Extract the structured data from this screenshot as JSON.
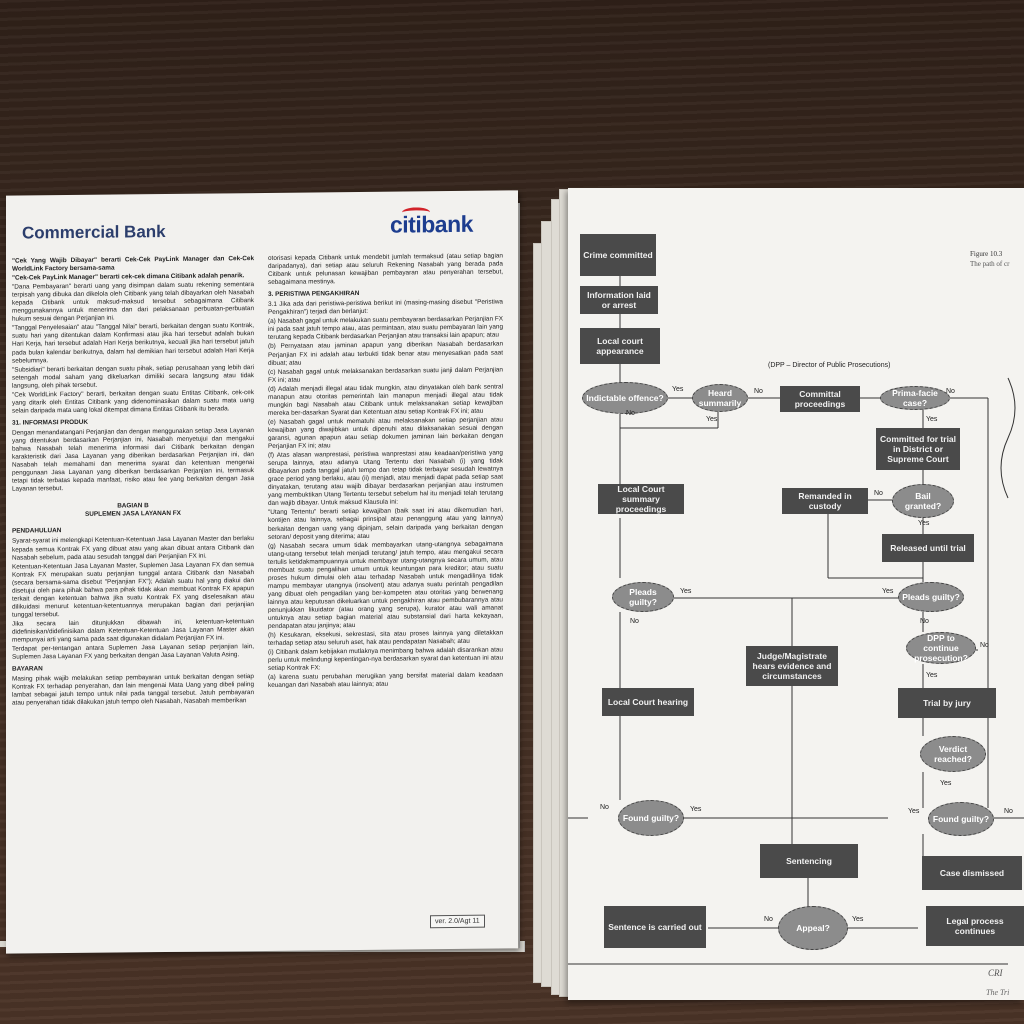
{
  "left_document": {
    "title": "Commercial Bank",
    "logo": "citibank",
    "version": "ver. 2.0/Agt 11",
    "col_left": [
      {
        "style": "b",
        "text": "\"Cek Yang Wajib Dibayar\" berarti Cek-Cek PayLink Manager dan Cek-Cek WorldLink Factory bersama-sama"
      },
      {
        "style": "b",
        "text": "\"Cek-Cek PayLink Manager\" berarti cek-cek dimana Citibank adalah penarik."
      },
      {
        "style": "",
        "text": "\"Dana Pembayaran\" berarti uang yang disimpan dalam suatu rekening sementara terpisah yang dibuka dan dikelola oleh Citibank yang telah dibayarkan oleh Nasabah kepada Citibank untuk maksud-maksud tersebut sebagaimana Citibank menggunakannya untuk menerima dan dari pelaksanaan perbuatan-perbuatan hukum sesuai dengan Perjanjian ini."
      },
      {
        "style": "",
        "text": "\"Tanggal Penyelesaian\" atau \"Tanggal Nilai\" berarti, berkaitan dengan suatu Kontrak, suatu hari yang ditentukan dalam Konfirmasi atau jika hari tersebut adalah bukan Hari Kerja, hari tersebut adalah Hari Kerja berikutnya, kecuali jika hari tersebut jatuh pada bulan kalendar berikutnya, dalam hal demikian hari tersebut adalah Hari Kerja sebelumnya."
      },
      {
        "style": "",
        "text": "\"Subsidiari\" berarti berkaitan dengan suatu pihak, setiap perusahaan yang lebih dari setengah modal saham yang dikeluarkan dimiliki secara langsung atau tidak langsung, oleh pihak tersebut."
      },
      {
        "style": "",
        "text": "\"Cek WorldLink Factory\" berarti, berkaitan dengan suatu Entitas Citibank, cek-cek yang ditarik oleh Entitas Citibank yang didenominasikan dalam suatu mata uang selain daripada mata uang lokal ditempat dimana Entitas Citibank itu berada."
      },
      {
        "style": "h",
        "text": "31.  INFORMASI PRODUK"
      },
      {
        "style": "",
        "text": "Dengan menandatangani Perjanjian dan dengan menggunakan setiap Jasa Layanan yang ditentukan berdasarkan Perjanjian ini, Nasabah menyetujui dan mengakui bahwa Nasabah telah menerima informasi dari Citibank berkaitan dengan karakteristik dari Jasa Layanan yang diberikan berdasarkan Perjanjian ini, dan Nasabah telah memahami dan menerima syarat dan ketentuan mengenai penggunaan Jasa Layanan yang diberikan berdasarkan Perjanjian ini, termasuk tetapi tidak terbatas kepada manfaat, risiko atau fee yang berkaitan dengan Jasa Layanan tersebut."
      },
      {
        "style": "ctr",
        "text": "BAGIAN B\nSUPLEMEN JASA LAYANAN FX"
      },
      {
        "style": "h",
        "text": "PENDAHULUAN"
      },
      {
        "style": "",
        "text": "Syarat-syarat ini melengkapi Ketentuan-Ketentuan Jasa Layanan Master dan berlaku kepada semua Kontrak FX yang dibuat atau yang akan dibuat antara Citibank dan Nasabah sebelum, pada atau sesudah tanggal dari Perjanjian FX ini."
      },
      {
        "style": "",
        "text": "Ketentuan-Ketentuan Jasa Layanan Master, Suplemen Jasa Layanan FX dan semua Kontrak FX merupakan suatu perjanjian tunggal antara Citibank dan Nasabah (secara bersama-sama disebut \"Perjanjian FX\"); Adalah suatu hal yang diakui dan disetujui oleh para pihak bahwa para pihak tidak akan membuat Kontrak FX apapun terkait dengan ketentuan bahwa jika suatu Kontrak FX yang diselesaikan atau dilikuidasi menurut ketentuan-ketentuannya merupakan bagian dari perjanjian tunggal tersebut."
      },
      {
        "style": "",
        "text": "Jika secara lain ditunjukkan dibawah ini, ketentuan-ketentuan didefinisikan/didefinisikan dalam Ketentuan-Ketentuan Jasa Layanan Master akan mempunyai arti yang sama pada saat digunakan didalam Perjanjian FX ini."
      },
      {
        "style": "",
        "text": "Terdapat per-tentangan antara Suplemen Jasa Layanan setiap perjanjian lain, Suplemen Jasa Layanan FX yang berkaitan dengan Jasa Layanan Valuta Asing."
      },
      {
        "style": "h",
        "text": "BAYARAN"
      },
      {
        "style": "",
        "text": "Masing pihak wajib melakukan setiap pembayaran untuk berkaitan dengan setiap Kontrak FX terhadap penyerahan, dan lain mengenai Mata Uang yang dibeli paling lambat sebagai jatuh tempo untuk nilai pada tanggal tersebut. Jatuh pembayaran atau penyerahan tidak dilakukan jatuh tempo oleh Nasabah, Nasabah memberikan"
      }
    ],
    "col_right": [
      {
        "style": "",
        "text": "otorisasi kepada Citibank untuk mendebit jumlah termaksud (atau setiap bagian daripadanya), dari setiap atau seluruh Rekening Nasabah yang berada pada Citibank untuk pelunasan kewajiban pembayaran atau penyerahan tersebut, sebagaimana mestinya."
      },
      {
        "style": "h",
        "text": "3.   PERISTIWA PENGAKHIRAN"
      },
      {
        "style": "",
        "text": "3.1  Jika ada dari peristiwa-peristiwa berikut ini (masing-masing disebut \"Peristiwa Pengakhiran\") terjadi dan berlanjut:"
      },
      {
        "style": "",
        "text": "(a)  Nasabah gagal untuk melakukan suatu pembayaran berdasarkan Perjanjian FX ini pada saat jatuh tempo atau, atas permintaan, atau suatu pembayaran lain yang terutang kepada Citibank berdasarkan Perjanjian atau transaksi lain apapun; atau"
      },
      {
        "style": "",
        "text": "(b)  Pernyataan atau jaminan apapun yang diberikan Nasabah berdasarkan Perjanjian FX ini adalah atau terbukti tidak benar atau menyesatkan pada saat dibuat; atau"
      },
      {
        "style": "",
        "text": "(c)  Nasabah gagal untuk melaksanakan berdasarkan suatu janji dalam Perjanjian FX ini; atau"
      },
      {
        "style": "",
        "text": "(d)  Adalah menjadi illegal atau tidak mungkin, atau dinyatakan oleh bank sentral manapun atau otoritas pemerintah lain manapun menjadi illegal atau tidak mungkin bagi Nasabah atau Citibank untuk melaksanakan setiap kewajiban mereka ber-dasarkan Syarat dan Ketentuan atau setiap Kontrak FX ini; atau"
      },
      {
        "style": "",
        "text": "(e)  Nasabah gagal untuk mematuhi atau melaksanakan setiap perjanjian atau kewajiban yang diwajibkan untuk dipenuhi atau dilaksanakan sesuai dengan garansi, agunan apapun atau setiap dokumen jaminan lain berkaitan dengan Perjanjian FX ini; atau"
      },
      {
        "style": "",
        "text": "(f)  Atas alasan wanprestasi, peristiwa wanprestasi atau keadaan/peristiwa yang serupa lainnya, atau adanya Utang Tertentu dari Nasabah (i) yang tidak dibayarkan pada tanggal jatuh tempo dan tetap tidak terbayar sesudah lewatnya grace period yang berlaku, atau (ii) menjadi, atau menjadi dapat pada setiap saat dinyatakan, terutang atau wajib dibayar berdasarkan perjanjian atau instrumen yang membuktikan Utang Tertentu tersebut sebelum hal itu menjadi telah terutang dan wajib dibayar. Untuk maksud Klausula ini:"
      },
      {
        "style": "",
        "text": "\"Utang Tertentu\" berarti setiap kewajiban (baik saat ini atau dikemudian hari, kontijen atau lainnya, sebagai prinsipal atau penanggung atau yang lainnya) berkaitan dengan uang yang dipinjam, selain daripada yang berkaitan dengan setoran/ deposit yang diterima; atau"
      },
      {
        "style": "",
        "text": "(g)  Nasabah secara umum tidak membayarkan utang-utangnya sebagaimana utang-utang tersebut telah menjadi terutang/ jatuh tempo, atau mengakui secara tertulis ketidakmampuannya untuk membayar utang-utangnya secara umum, atau membuat suatu pengalihan umum untuk keuntungan para kreditor; atau suatu proses hukum dimulai oleh atau terhadap Nasabah untuk mengadilinya tidak mampu membayar utangnya (insolvent) atau adanya suatu perintah pengadilan yang dibuat oleh pengadilan yang ber-kompeten atau otoritas yang berwenang lainnya atau keputusan dikeluarkan untuk pengakhiran atau pembubarannya atau penunjukkan likuidator (atau orang yang serupa), kurator atau wali amanat untuknya atau setiap bagian material atau substansial dari harta kekayaan, pendapatan atau janjinya; atau"
      },
      {
        "style": "",
        "text": "(h)  Kesukaran, eksekusi, sekrestasi, sita atau proses lainnya yang diletakkan terhadap setiap atau seluruh aset, hak atau pendapatan Nasabah; atau"
      },
      {
        "style": "",
        "text": "(i)  Citibank dalam kebijakan mutlaknya menimbang bahwa adalah disarankan atau perlu untuk melindungi kepentingan-nya berdasarkan syarat dan ketentuan ini atau setiap Kontrak FX:"
      },
      {
        "style": "",
        "text": "(a)  karena suatu perubahan merugikan yang bersifat material dalam keadaan keuangan dari Nasabah atau lainnya; atau"
      }
    ]
  },
  "flowchart": {
    "figure_no": "Figure 10.3",
    "figure_sub": "The path of cr",
    "dpp_note": "(DPP – Director of Public Prosecutions)",
    "footer_mark": "CRI",
    "footer_sub": "The Tri",
    "nodes": {
      "crime": "Crime committed",
      "info": "Information laid or arrest",
      "local_app": "Local court appearance",
      "indictable": "Indictable offence?",
      "heard": "Heard summarily",
      "committal": "Committal proceedings",
      "prima": "Prima-facie case?",
      "committed_trial": "Committed for trial in District or Supreme Court",
      "local_summary": "Local Court summary proceedings",
      "remanded": "Remanded in custody",
      "bail": "Bail granted?",
      "released": "Released until trial",
      "pleads1": "Pleads guilty?",
      "pleads2": "Pleads guilty?",
      "judge": "Judge/Magistrate hears evidence and circumstances",
      "dpp_continue": "DPP to continue prosecution?",
      "local_hearing": "Local Court hearing",
      "trial_jury": "Trial by jury",
      "verdict": "Verdict reached?",
      "found1": "Found guilty?",
      "found2": "Found guilty?",
      "sentencing": "Sentencing",
      "dismissed": "Case dismissed",
      "carried": "Sentence is carried out",
      "appeal": "Appeal?",
      "legal": "Legal process continues"
    },
    "labels": {
      "yes": "Yes",
      "no": "No"
    }
  }
}
